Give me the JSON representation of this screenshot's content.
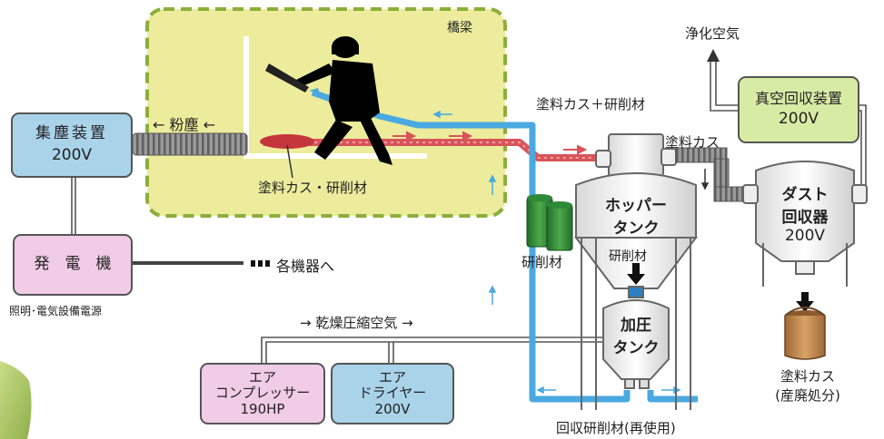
{
  "bridge": {
    "title": "橋梁"
  },
  "dust_collector": {
    "name": "集塵装置",
    "voltage": "200V"
  },
  "generator": {
    "name": "発　電　機"
  },
  "compressor": {
    "line1": "エア",
    "line2": "コンプレッサー",
    "power": "190HP"
  },
  "dryer": {
    "line1": "エア",
    "line2": "ドライヤー",
    "voltage": "200V"
  },
  "hopper": {
    "line1": "ホッパー",
    "line2": "タンク"
  },
  "pressure_tank": {
    "line1": "加圧",
    "line2": "タンク"
  },
  "vacuum": {
    "name": "真空回収装置",
    "voltage": "200V"
  },
  "dust_recovery": {
    "line1": "ダスト",
    "line2": "回収器",
    "voltage": "200V"
  },
  "labels": {
    "dust_arrow": "← 粉塵 ←",
    "paint_abrasive_below": "塗料カス・研削材",
    "paint_plus_abrasive": "塗料カス＋研削材",
    "paint_waste_top": "塗料カス",
    "clean_air": "浄化空気",
    "abrasive_drums": "研削材",
    "abrasive_in_hopper": "研削材",
    "to_equipment": "各機器へ",
    "lighting": "照明･電気設備電源",
    "dry_air": "→ 乾燥圧縮空気 →",
    "recycled_abrasive": "回収研削材(再使用)",
    "paint_waste_bottom_1": "塗料カス",
    "paint_waste_bottom_2": "(産廃処分)"
  },
  "colors": {
    "bridge_bg": "#ecec9c",
    "bridge_border": "#8cae3a",
    "blue_box": "#a9d3e9",
    "pink_box": "#f0cce6",
    "green_box": "#d8eba4",
    "blue_line": "#4aa9e0",
    "red_line": "#d8545a",
    "hose": "#8e8e8e"
  }
}
